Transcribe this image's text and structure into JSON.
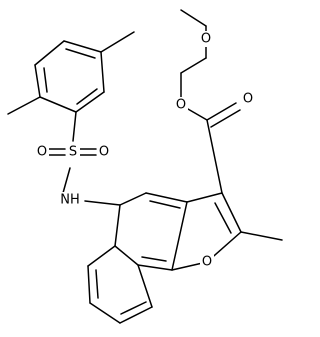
{
  "molecule": {
    "atoms": {
      "methoxy_o": "O",
      "ester_o": "O",
      "carbonyl_o": "O",
      "furan_o": "O",
      "sulfonyl_s": "S",
      "sulfonyl_o_left": "O",
      "sulfonyl_o_right": "O",
      "amine_n": "NH"
    }
  }
}
